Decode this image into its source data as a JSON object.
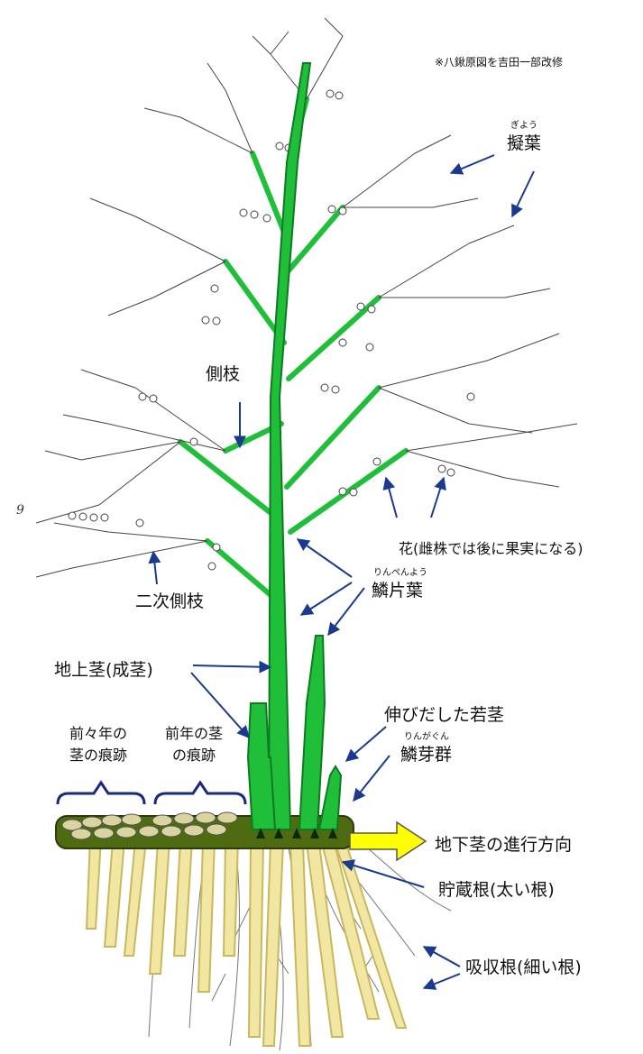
{
  "credit": "※八鍬原図を吉田一部改修",
  "labels": {
    "gikyou_ruby": "ぎよう",
    "gikyou": "擬葉",
    "sokushi": "側枝",
    "niji_sokushi": "二次側枝",
    "hana": "花(雌株では後に果実になる)",
    "rinpenyou_ruby": "りんぺんよう",
    "rinpenyou": "鱗片葉",
    "chijoukei": "地上茎(成茎)",
    "zenzen_line1": "前々年の",
    "zenzen_line2": "茎の痕跡",
    "zen_line1": "前年の茎",
    "zen_line2": "の痕跡",
    "nobidashita": "伸びだした若茎",
    "ringagun_ruby": "りんがぐん",
    "ringagun": "鱗芽群",
    "chikakei_direction": "地下茎の進行方向",
    "chozoukon": "貯蔵根(太い根)",
    "kyuushuukon": "吸収根(細い根)",
    "small_mark": "9"
  },
  "colors": {
    "stem_green": "#1fbf3a",
    "stem_dark": "#0e7a22",
    "rhizome": "#4f6b12",
    "root_yellow": "#f2e7a2",
    "arrow_yellow": "#ffff00",
    "arrow_blue": "#1a3a8f"
  }
}
